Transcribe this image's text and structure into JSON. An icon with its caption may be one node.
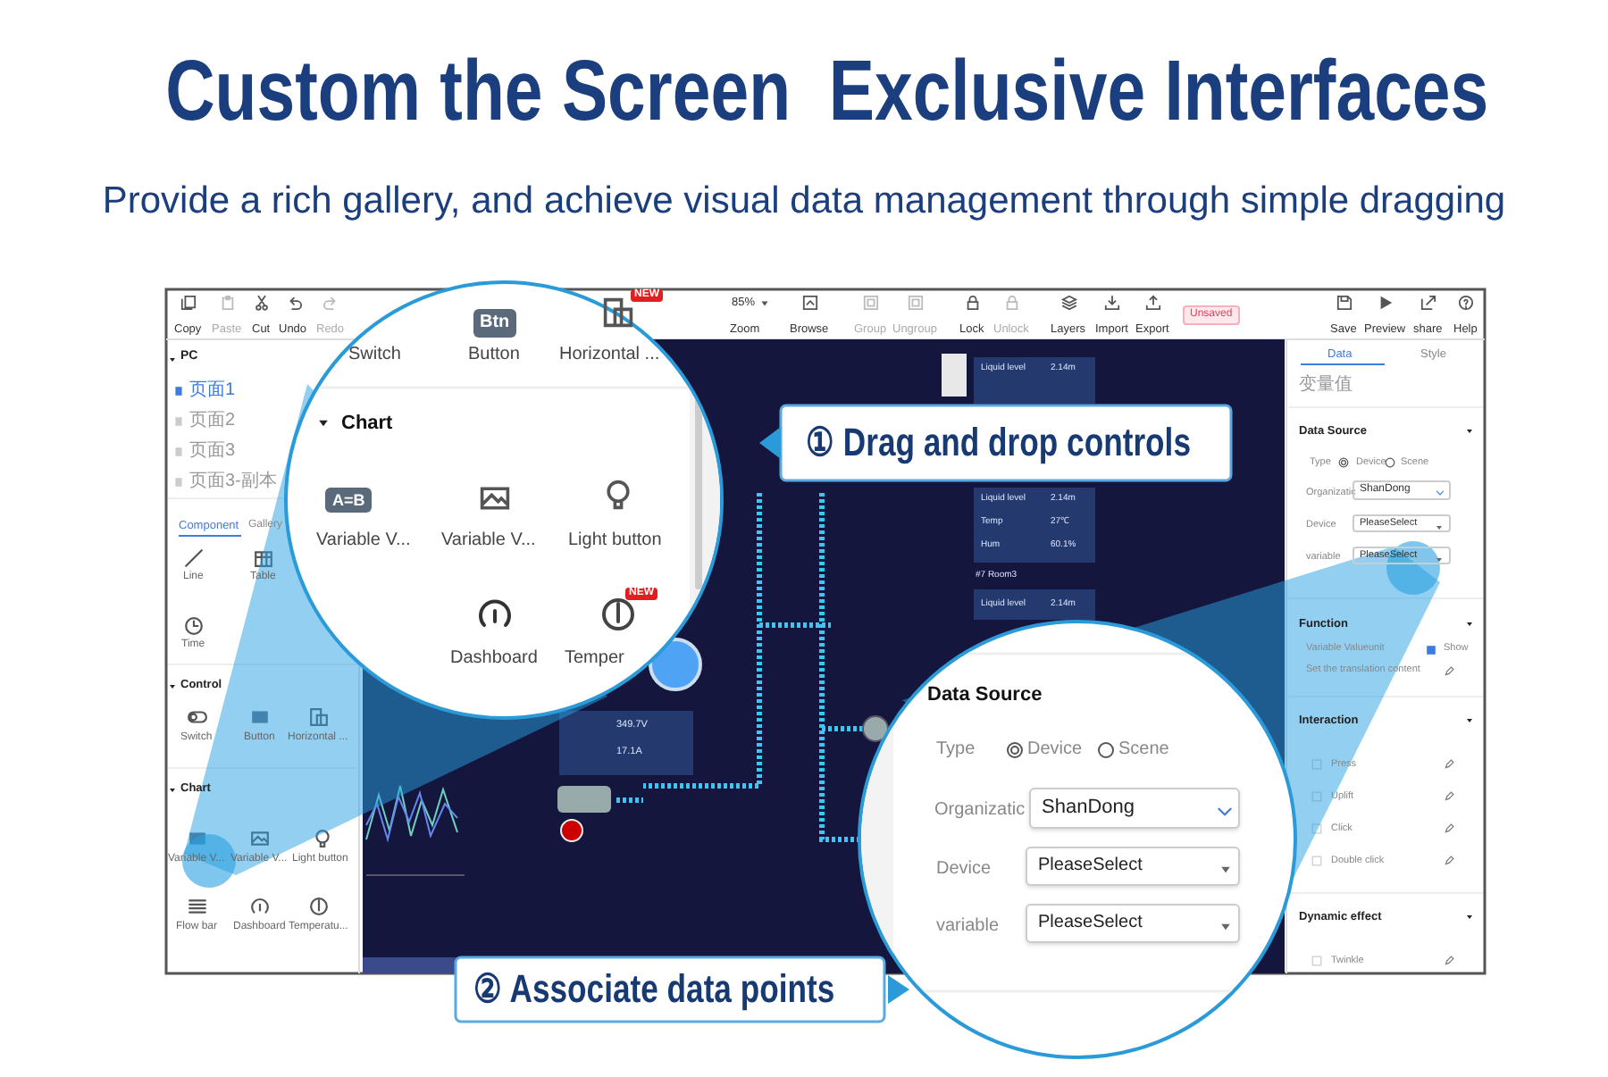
{
  "diagram": {
    "title": "Custom the Screen  Exclusive Interfaces",
    "caption": "Provide a rich gallery, and achieve visual data management through simple dragging",
    "nodes": [
      {
        "text": [
          "① Drag and drop controls"
        ]
      },
      {
        "text": [
          "② Associate data points"
        ]
      }
    ],
    "labels": [
      "Copy",
      "Paste",
      "Cut",
      "Undo",
      "Redo",
      "85%",
      "Zoom",
      "Browse",
      "Group",
      "Ungroup",
      "Lock",
      "Unlock",
      "Layers",
      "Import",
      "Export",
      "Unsaved",
      "Save",
      "Preview",
      "share",
      "Help",
      "PC",
      "页面1",
      "页面2",
      "页面3",
      "页面3-副本",
      "Component",
      "Gallery",
      "Line",
      "Table",
      "Time",
      "Control",
      "Switch",
      "Button",
      "Horizontal ...",
      "Chart",
      "Variable V...",
      "Variable V...",
      "Light button",
      "Flow bar",
      "Dashboard",
      "Temperatu...",
      "Data",
      "Style",
      "变量值",
      "Data Source",
      "Type",
      "Device",
      "Scene",
      "Organizatic",
      "ShanDong",
      "Device",
      "PleaseSelect",
      "variable",
      "PleaseSelect",
      "Function",
      "Variable Valueunit",
      "Show",
      "Set the translation content",
      "Interaction",
      "Press",
      "Uplift",
      "Click",
      "Double click",
      "Dynamic effect",
      "Twinkle",
      "Liquid level",
      "2.14m",
      "Liquid level",
      "2.14m",
      "Temp",
      "27℃",
      "Hum",
      "60.1%",
      "#7 Room3",
      "Liquid level",
      "2.14m",
      "349.7V",
      "17.1A",
      "Btn",
      "NEW",
      "Switch",
      "Button",
      "Horizontal ...",
      "Chart",
      "A=B",
      "Variable V...",
      "Variable V...",
      "Light button",
      "NEW",
      "Dashboard",
      "Temper",
      "Data Source",
      "Type",
      "Device",
      "Scene",
      "Organizatic",
      "ShanDong",
      "Device",
      "PleaseSelect",
      "variable",
      "PleaseSelect"
    ]
  }
}
